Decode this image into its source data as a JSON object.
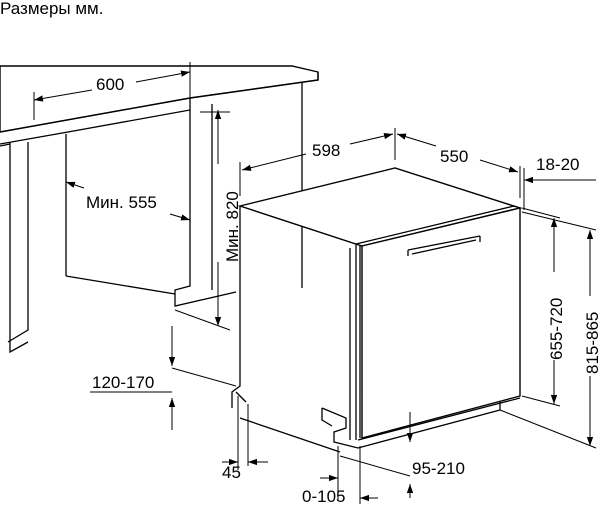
{
  "title": "Размеры мм.",
  "dimensions": {
    "countertop_width": "600",
    "niche_depth_min": "Мин. 555",
    "niche_height_min": "Мин. 820",
    "appliance_width": "598",
    "appliance_depth": "550",
    "door_thickness": "18-20",
    "door_height": "655-720",
    "total_height": "815-865",
    "plinth_height": "120-170",
    "plinth_setback": "45",
    "leg_adjust": "95-210",
    "foot_range": "0-105"
  }
}
